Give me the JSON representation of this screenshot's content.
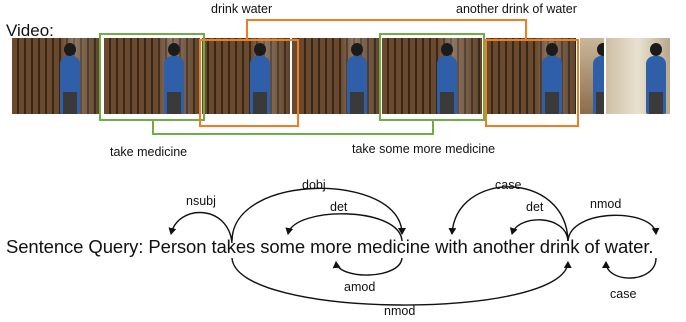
{
  "video": {
    "label": "Video:",
    "frames": [
      {
        "scene": "person-standing-wardrobe"
      },
      {
        "scene": "person-taking-medicine"
      },
      {
        "scene": "person-at-counter"
      },
      {
        "scene": "person-reaching-shelf"
      },
      {
        "scene": "person-taking-medicine"
      },
      {
        "scene": "person-drinking"
      },
      {
        "scene": "person-turning"
      },
      {
        "scene": "person-standing-room"
      }
    ],
    "segments": {
      "drink_water": "drink water",
      "another_drink": "another drink of water",
      "take_medicine": "take medicine",
      "take_more_medicine": "take some more medicine"
    },
    "colors": {
      "drink": "#ef7d22",
      "medicine": "#70ad47"
    }
  },
  "query": {
    "prefix": "Sentence Query:",
    "sentence": "Person takes some more medicine with another drink of water."
  },
  "dependencies": {
    "nsubj": "nsubj",
    "dobj": "dobj",
    "det1": "det",
    "amod": "amod",
    "nmod_long": "nmod",
    "case1": "case",
    "det2": "det",
    "nmod2": "nmod",
    "case2": "case"
  }
}
